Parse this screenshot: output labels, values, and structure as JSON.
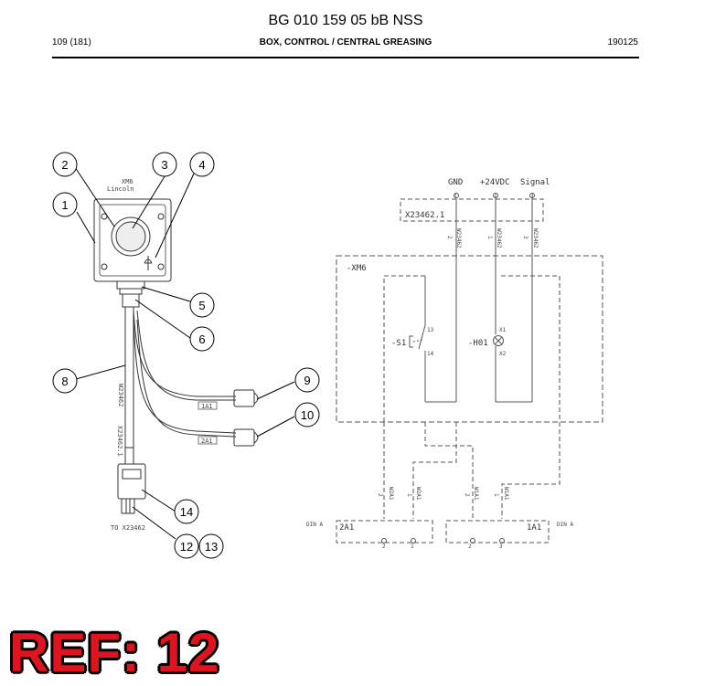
{
  "header": {
    "doc_id": "BG 010 159 05 bB NSS",
    "page": "109 (181)",
    "title": "BOX, CONTROL / CENTRAL GREASING",
    "date": "190125"
  },
  "callouts": [
    "1",
    "2",
    "3",
    "4",
    "5",
    "6",
    "8",
    "9",
    "10",
    "14",
    "12",
    "13"
  ],
  "left_drawing": {
    "box_label_1": "XM6",
    "box_label_2": "Lincoln",
    "cable_label": "W23462",
    "cable_label_2": "X23462.1",
    "connector_tag_1": "1A1",
    "connector_tag_2": "2A1",
    "plug_label": "TO X23462"
  },
  "schematic": {
    "top_labels": [
      "GND",
      "+24VDC",
      "Signal"
    ],
    "connector": "X23462.1",
    "pin_numbers": [
      "2",
      "1",
      "3"
    ],
    "wire_labels": [
      "W23462",
      "W23462",
      "W23462"
    ],
    "wire_pins": [
      "2",
      "1",
      "3"
    ],
    "module": "-XM6",
    "switch": "-S1",
    "switch_pins": [
      "13",
      "14"
    ],
    "lamp": "-H01",
    "lamp_pins": [
      "X1",
      "X2"
    ],
    "lower_wire_labels": [
      "W2A1",
      "W2A1",
      "W1A1",
      "W1A1"
    ],
    "lower_wire_pins": [
      "2",
      "1",
      "2",
      "1"
    ],
    "din_left": "DIN A",
    "din_right": "DIN A",
    "conn_left": "2A1",
    "conn_right": "1A1",
    "bottom_pins": [
      "2",
      "1",
      "2",
      "3"
    ]
  },
  "ref_label": "REF: 12",
  "colors": {
    "ref": "#e0141e",
    "ink": "#000000",
    "line": "#555555"
  }
}
